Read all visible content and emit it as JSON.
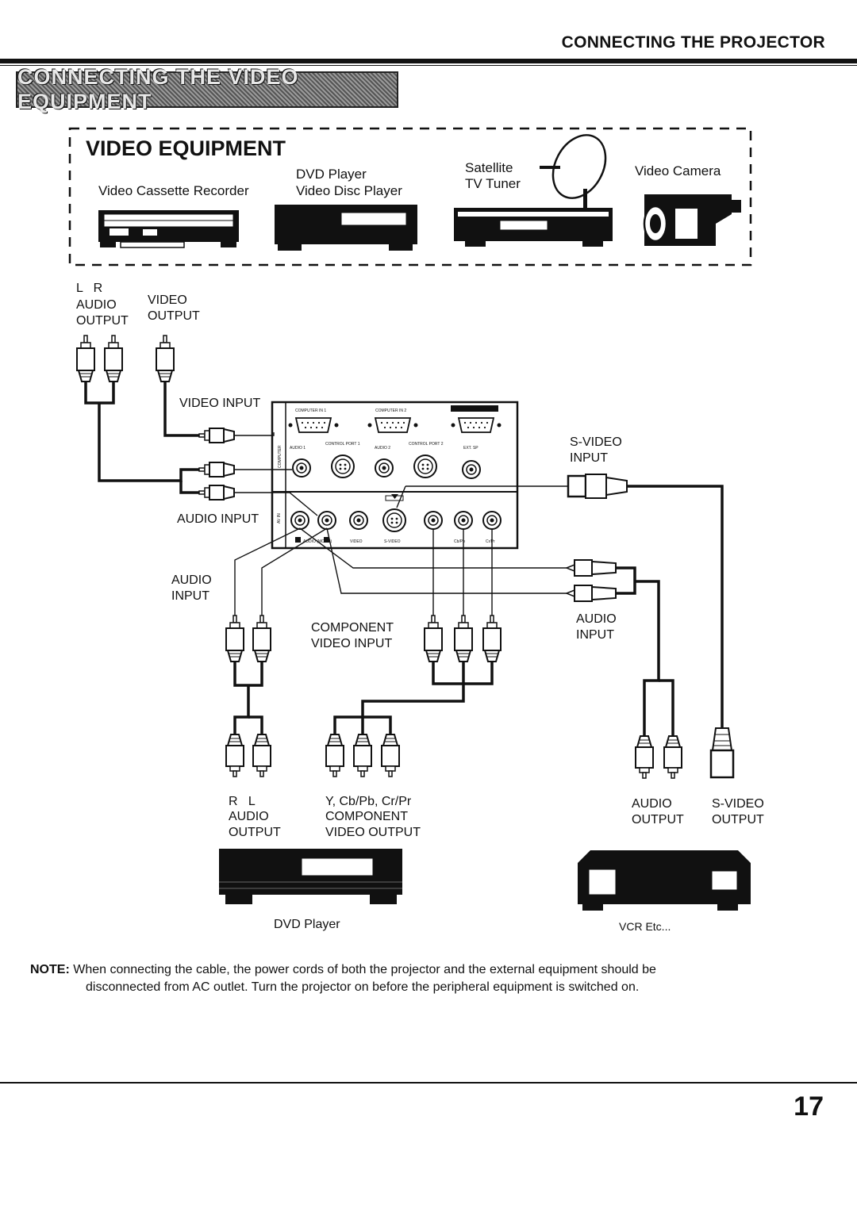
{
  "header": {
    "section_title": "CONNECTING THE PROJECTOR"
  },
  "banner": {
    "title": "CONNECTING THE VIDEO EQUIPMENT"
  },
  "video_equipment": {
    "title": "VIDEO EQUIPMENT",
    "vcr_label": "Video Cassette Recorder",
    "dvd_label_1": "DVD Player",
    "dvd_label_2": "Video Disc Player",
    "sat_label_1": "Satellite",
    "sat_label_2": "TV Tuner",
    "camera_label": "Video Camera"
  },
  "labels": {
    "lr": "L   R",
    "audio_output_top": "AUDIO",
    "output_top": "OUTPUT",
    "video_output_1": "VIDEO",
    "video_output_2": "OUTPUT",
    "video_input": "VIDEO INPUT",
    "audio_input_1": "AUDIO INPUT",
    "audio_input_2a": "AUDIO",
    "audio_input_2b": "INPUT",
    "svideo_input_1": "S-VIDEO",
    "svideo_input_2": "INPUT",
    "component_1": "COMPONENT",
    "component_2": "VIDEO INPUT",
    "audio_input_3a": "AUDIO",
    "audio_input_3b": "INPUT",
    "rl": "R   L",
    "audio_out_bl_1": "AUDIO",
    "audio_out_bl_2": "OUTPUT",
    "comp_out_1": "Y, Cb/Pb, Cr/Pr",
    "comp_out_2": "COMPONENT",
    "comp_out_3": "VIDEO OUTPUT",
    "audio_out_br_1": "AUDIO",
    "audio_out_br_2": "OUTPUT",
    "svideo_out_1": "S-VIDEO",
    "svideo_out_2": "OUTPUT",
    "dvd_player": "DVD Player",
    "vcr_etc": "VCR Etc..."
  },
  "panel": {
    "computer_in_1": "COMPUTER IN 1",
    "computer_in_2": "COMPUTER IN 2",
    "computer": "COMPUTER",
    "audio1": "AUDIO 1",
    "control_port_1": "CONTROL PORT 1",
    "audio2": "AUDIO 2",
    "control_port_2": "CONTROL PORT 2",
    "ext_sp": "EXT. SP",
    "av_in": "AV IN",
    "audio_mono": "AUDIO (MONO)",
    "video": "VIDEO",
    "s_video": "S-VIDEO",
    "cb_pb": "Cb/Pb",
    "cr_pr": "Cr/Pr"
  },
  "note": {
    "label": "NOTE:",
    "line1": "When connecting the cable, the power cords of both the projector and the external equipment should be",
    "line2": "disconnected from AC outlet. Turn the projector  on before the peripheral equipment is switched on."
  },
  "page_number": "17"
}
